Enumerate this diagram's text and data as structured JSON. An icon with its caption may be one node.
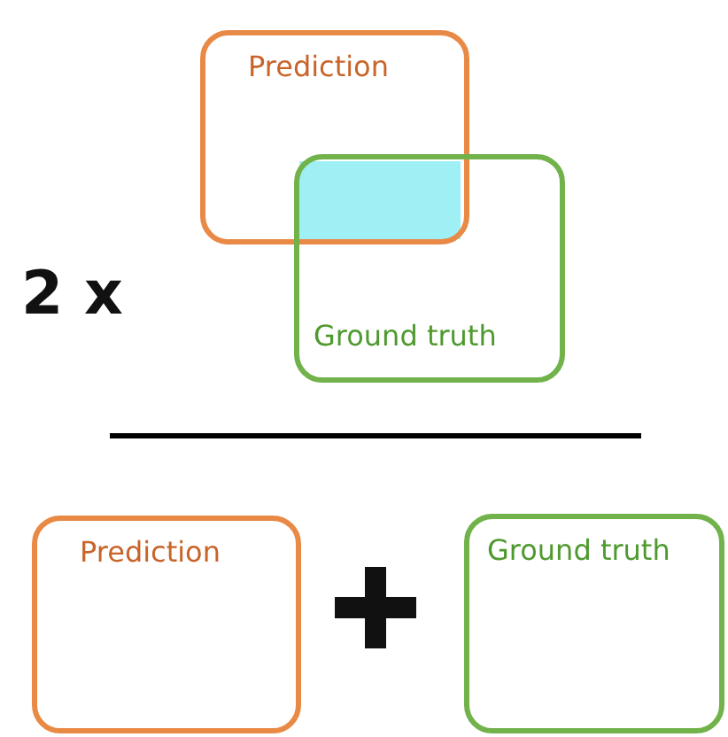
{
  "diagram": {
    "nodes": [
      {
        "text": [
          "Prediction"
        ]
      },
      {
        "text": [
          "Ground truth"
        ]
      },
      {
        "text": [
          "Prediction"
        ]
      },
      {
        "text": [
          "Ground truth"
        ]
      }
    ],
    "labels": [
      "2 x"
    ]
  }
}
